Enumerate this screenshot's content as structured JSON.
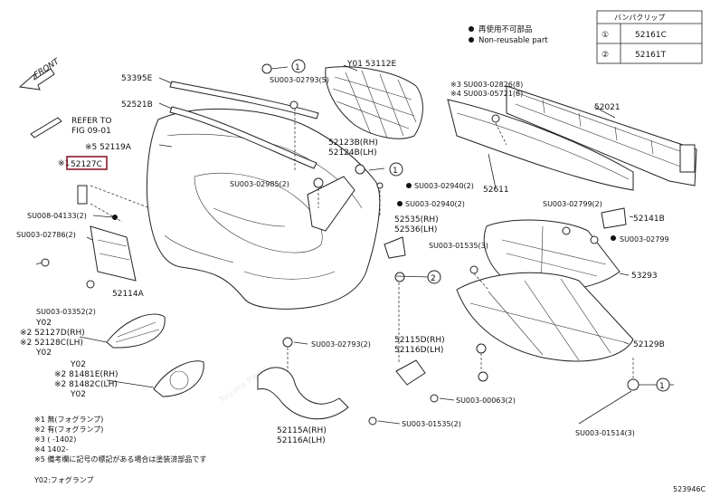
{
  "front_label": "FRONT",
  "legend": {
    "items": [
      {
        "symbol": "●",
        "text": "再使用不可部品"
      },
      {
        "symbol": "●",
        "text": "Non-reusable part"
      }
    ]
  },
  "clip_table": {
    "header": "バンパクリップ",
    "rows": [
      {
        "num": "①",
        "part": "52161C"
      },
      {
        "num": "②",
        "part": "52161T"
      }
    ]
  },
  "refer_to": {
    "line1": "REFER TO",
    "line2": "FIG 09-01"
  },
  "labels": {
    "p53395E": "53395E",
    "p52521B": "52521B",
    "p52119A": "※5 52119A",
    "p52127C_prefix": "※1",
    "p52127C": "52127C",
    "p53112E": "Y01 53112E",
    "p52123B": "52123B(RH)",
    "p52124B": "52124B(LH)",
    "p52611": "52611",
    "p52021": "52021",
    "s02826": "※3 SU003-02826(8)",
    "s05721": "※4 SU003-05721(8)",
    "s02793_top": "SU003-02793(5)",
    "s02985": "SU003-02985(2)",
    "s02940a": "SU003-02940(2)",
    "s02940b": "SU003-02940(2)",
    "p52535": "52535(RH)",
    "p52536": "52536(LH)",
    "s04133": "SU008-04133(2)",
    "s02786": "SU003-02786(2)",
    "p52114A": "52114A",
    "s03352": "SU003-03352(2)",
    "s01535_top": "SU003-01535(3)",
    "s02799a": "SU003-02799(2)",
    "s02799b": "SU003-02799",
    "p52141B": "52141B",
    "p53293": "53293",
    "y02a": "Y02",
    "p52127D": "※2 52127D(RH)",
    "p52128C": "※2 52128C(LH)",
    "y02b": "Y02",
    "y02c": "Y02",
    "p81481E": "※2 81481E(RH)",
    "p81482C": "※2 81482C(LH)",
    "y02d": "Y02",
    "s02793_mid": "SU003-02793(2)",
    "p52115D": "52115D(RH)",
    "p52116D": "52116D(LH)",
    "p52129B": "52129B",
    "s00063": "SU003-00063(2)",
    "s01535_bot": "SU003-01535(2)",
    "p52115A": "52115A(RH)",
    "p52116A": "52116A(LH)",
    "s01514": "SU003-01514(3)"
  },
  "notes": [
    "※1 無(フォグランプ)",
    "※2 有(フォグランプ)",
    "※3 (       -1402)",
    "※4 1402-",
    "※5 備考欄に記号の標記がある場合は塗装済部品です"
  ],
  "footer_note": "Y02:フォグランプ",
  "diagram_code": "523946C",
  "watermark": "Toyota Parts"
}
